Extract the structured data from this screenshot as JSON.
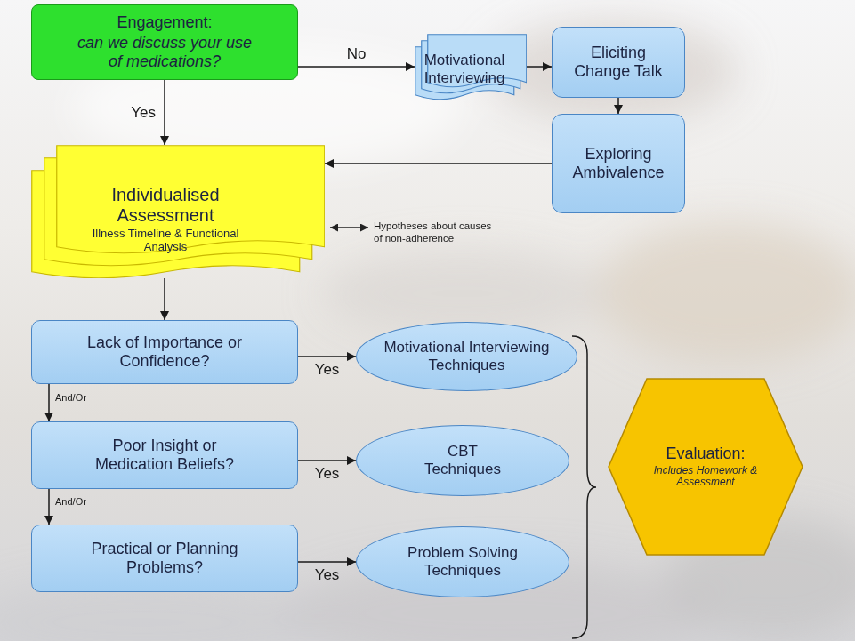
{
  "diagram": {
    "nodes": [
      {
        "text": [
          "Engagement:",
          "can we discuss your use of medications?"
        ]
      },
      {
        "text": [
          "Motivational Interviewing"
        ]
      },
      {
        "text": [
          "Eliciting Change Talk"
        ]
      },
      {
        "text": [
          "Exploring Ambivalence"
        ]
      },
      {
        "text": [
          "Individualised Assessment",
          "Illness Timeline & Functional Analysis"
        ]
      },
      {
        "text": [
          "Lack of Importance or Confidence?"
        ]
      },
      {
        "text": [
          "Motivational Interviewing Techniques"
        ]
      },
      {
        "text": [
          "Poor Insight or Medication Beliefs?"
        ]
      },
      {
        "text": [
          "CBT Techniques"
        ]
      },
      {
        "text": [
          "Practical or Planning Problems?"
        ]
      },
      {
        "text": [
          "Problem Solving Techniques"
        ]
      },
      {
        "text": [
          "Evaluation:",
          "Includes Homework & Assessment"
        ]
      }
    ],
    "edges": [
      {
        "from": 0,
        "to": 1,
        "label": "No",
        "arrow": "to"
      },
      {
        "from": 1,
        "to": 2,
        "arrow": "to"
      },
      {
        "from": 2,
        "to": 3,
        "arrow": "to"
      },
      {
        "from": 3,
        "to": 4,
        "arrow": "to"
      },
      {
        "from": 0,
        "to": 4,
        "label": "Yes",
        "arrow": "to"
      },
      {
        "from": 4,
        "to": 5,
        "arrow": "to"
      },
      {
        "from": 5,
        "to": 6,
        "label": "Yes",
        "arrow": "to"
      },
      {
        "from": 5,
        "to": 7,
        "label": "And/Or",
        "arrow": "to"
      },
      {
        "from": 7,
        "to": 8,
        "label": "Yes",
        "arrow": "to"
      },
      {
        "from": 7,
        "to": 9,
        "label": "And/Or",
        "arrow": "to"
      },
      {
        "from": 9,
        "to": 10,
        "label": "Yes",
        "arrow": "to"
      }
    ],
    "labels": [
      "Hypotheses about causes of non-adherence"
    ]
  }
}
